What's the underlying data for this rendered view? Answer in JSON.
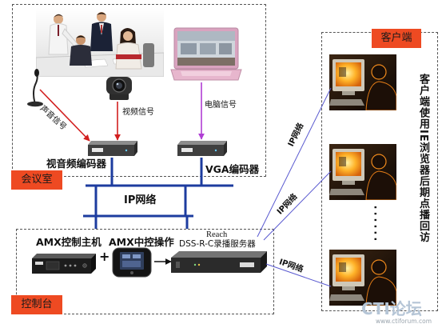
{
  "zones": {
    "meeting_room": "会议室",
    "console": "控制台",
    "client": "客户端"
  },
  "meeting_room": {
    "signals": {
      "audio": "声音信号",
      "video": "视频信号",
      "computer": "电脑信号"
    },
    "encoders": {
      "av": "视音频编码器",
      "vga": "VGA编码器"
    }
  },
  "network": {
    "core_label": "IP网络",
    "client_links": [
      "IP网络",
      "IP网络",
      "IP网络"
    ]
  },
  "console": {
    "amx_host": "AMX控制主机",
    "plus": "+",
    "amx_panel": "AMX中控操作",
    "server_brand": "Reach",
    "server_name": "DSS-R-C录播服务器"
  },
  "clients": {
    "note": "客户端使用IE浏览器后期点播回访",
    "more": "......"
  },
  "watermark": {
    "logo": "CTI论坛",
    "url": "www.ctiforum.com"
  },
  "icons": {
    "meeting_photo": "meeting-people-image",
    "microphone": "microphone-icon",
    "camera": "ptz-camera-icon",
    "laptop": "laptop-icon",
    "encoder": "encoder-box-icon",
    "amx_host": "amx-controller-icon",
    "amx_panel": "touch-panel-icon",
    "server": "recording-server-icon",
    "client": "client-pc-icon"
  },
  "colors": {
    "zone_label": "#ee4a22",
    "zone_border": "#555555",
    "network_line": "#1d3c9f",
    "av_signal": "#d21f1f",
    "computer_signal": "#b03ed4",
    "client_link": "#5a5ad0",
    "watermark": "#b5c5d6"
  }
}
